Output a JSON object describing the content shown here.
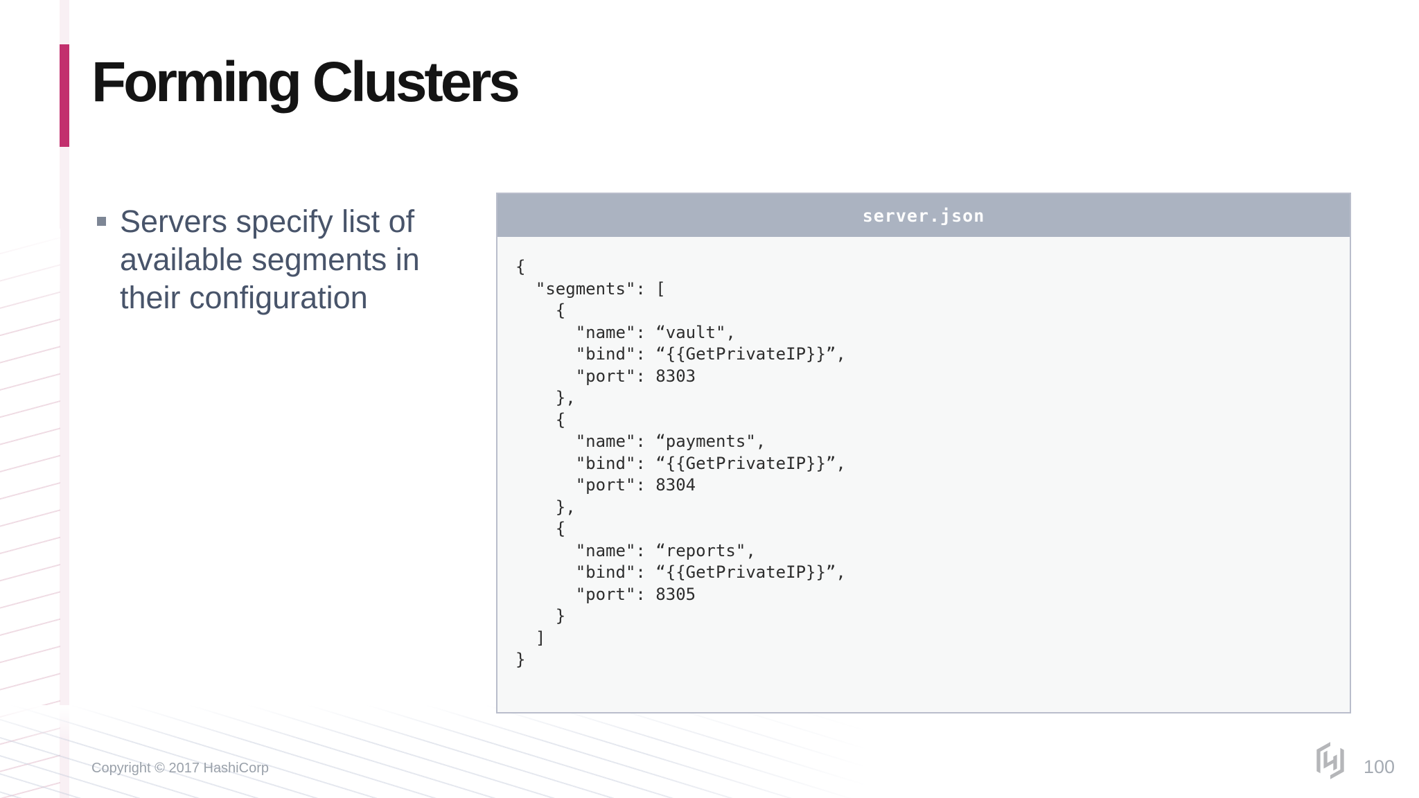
{
  "slide": {
    "title": "Forming Clusters",
    "bullet": {
      "marker_icon": "bullet-square-icon",
      "lines": [
        "Servers specify list of",
        "available segments in",
        "their configuration"
      ]
    },
    "code_block": {
      "filename": "server.json",
      "code_lines": [
        "{",
        "  \"segments\": [",
        "    {",
        "      \"name\": “vault\",",
        "      \"bind\": “{{GetPrivateIP}}”,",
        "      \"port\": 8303",
        "    },",
        "    {",
        "      \"name\": “payments\",",
        "      \"bind\": “{{GetPrivateIP}}”,",
        "      \"port\": 8304",
        "    },",
        "    {",
        "      \"name\": “reports\",",
        "      \"bind\": “{{GetPrivateIP}}”,",
        "      \"port\": 8305",
        "    }",
        "  ]",
        "}"
      ]
    },
    "footer": {
      "copyright": "Copyright © 2017 HashiCorp",
      "logo_icon": "hashicorp-logo-icon",
      "page_number": "100"
    },
    "colors": {
      "accent_bar": "#c22f6d",
      "accent_strip": "#f9f0f4",
      "title_text": "#141414",
      "bullet_text": "#48546a",
      "bullet_marker": "#7d8695",
      "code_header_bg": "#abb3c1",
      "code_header_text": "#fdfdfd",
      "code_bg": "#f7f8f8",
      "code_border": "#b9bdcb",
      "code_text": "#2d2d2d",
      "footer_text": "#9aa1aa",
      "page_number_text": "#a5abb3",
      "logo_gray": "#b5b6b9"
    }
  }
}
